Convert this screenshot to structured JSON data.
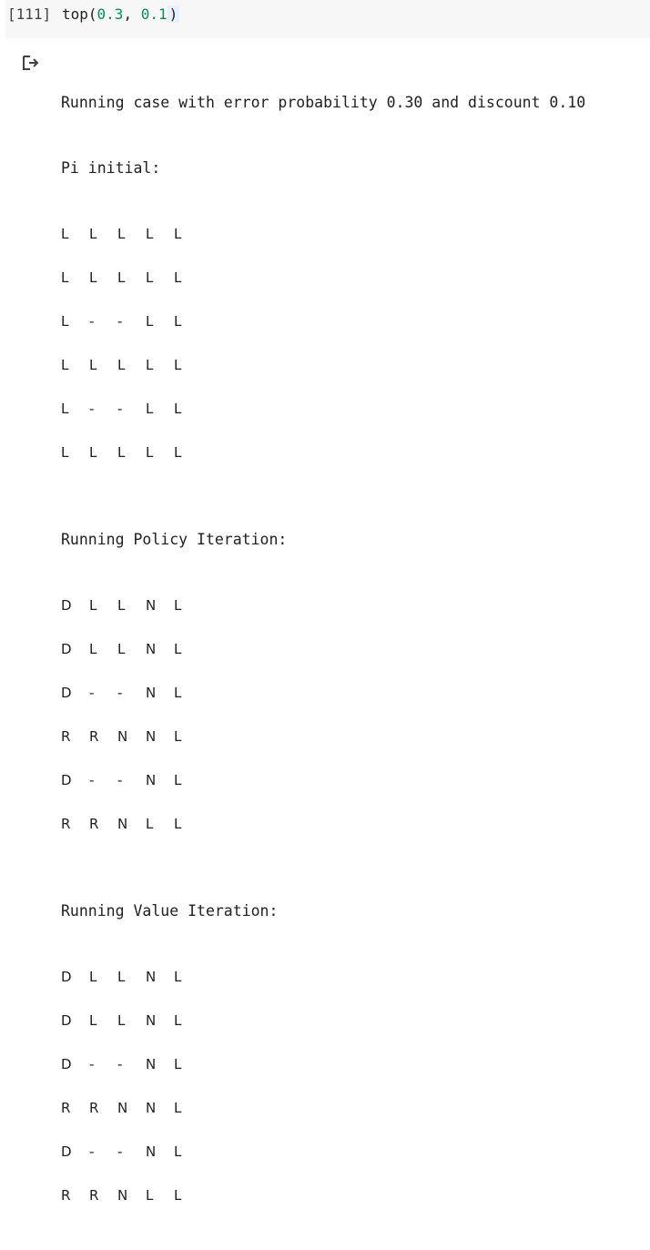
{
  "input": {
    "exec_count": "[111]",
    "code_fn": "top(",
    "code_arg1": "0.3",
    "code_sep": ", ",
    "code_arg2": "0.1",
    "code_close": ")"
  },
  "output": {
    "header": "Running case with error probability 0.30 and discount 0.10",
    "pi_initial_label": "Pi initial:",
    "pi_initial": [
      [
        "L",
        "L",
        "L",
        "L",
        "L"
      ],
      [
        "L",
        "L",
        "L",
        "L",
        "L"
      ],
      [
        "L",
        "-",
        "-",
        "L",
        "L"
      ],
      [
        "L",
        "L",
        "L",
        "L",
        "L"
      ],
      [
        "L",
        "-",
        "-",
        "L",
        "L"
      ],
      [
        "L",
        "L",
        "L",
        "L",
        "L"
      ]
    ],
    "policy_label": "Running Policy Iteration:",
    "policy": [
      [
        "D",
        "L",
        "L",
        "N",
        "L"
      ],
      [
        "D",
        "L",
        "L",
        "N",
        "L"
      ],
      [
        "D",
        "-",
        "-",
        "N",
        "L"
      ],
      [
        "R",
        "R",
        "N",
        "N",
        "L"
      ],
      [
        "D",
        "-",
        "-",
        "N",
        "L"
      ],
      [
        "R",
        "R",
        "N",
        "L",
        "L"
      ]
    ],
    "value_label": "Running Value Iteration:",
    "value": [
      [
        "D",
        "L",
        "L",
        "N",
        "L"
      ],
      [
        "D",
        "L",
        "L",
        "N",
        "L"
      ],
      [
        "D",
        "-",
        "-",
        "N",
        "L"
      ],
      [
        "R",
        "R",
        "N",
        "N",
        "L"
      ],
      [
        "D",
        "-",
        "-",
        "N",
        "L"
      ],
      [
        "R",
        "R",
        "N",
        "L",
        "L"
      ]
    ]
  }
}
